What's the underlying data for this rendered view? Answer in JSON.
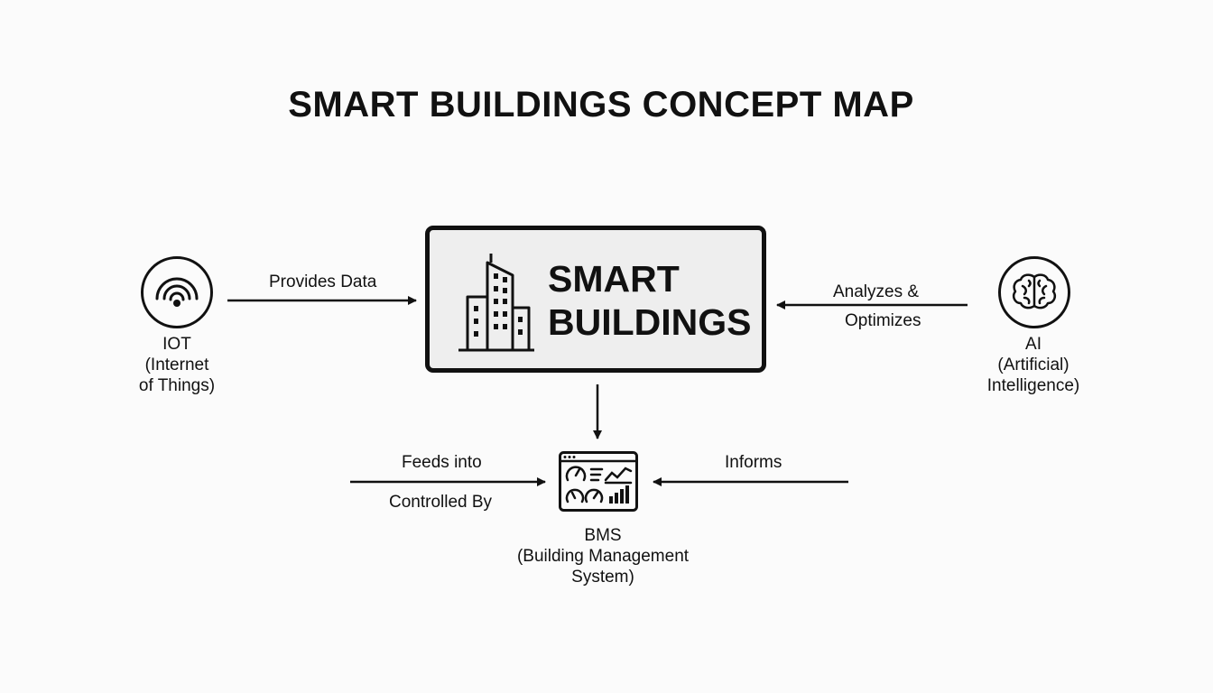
{
  "title": "SMART BUILDINGS CONCEPT MAP",
  "center": {
    "line1": "SMART",
    "line2": "BUILDINGS",
    "icon": "building-icon"
  },
  "iot": {
    "icon": "wifi-icon",
    "line1": "IOT",
    "line2": "(Internet",
    "line3": "of Things)"
  },
  "ai": {
    "icon": "brain-icon",
    "line1": "AI",
    "line2": "(Artificial)",
    "line3": "Intelligence)"
  },
  "bms": {
    "icon": "dashboard-icon",
    "line1": "BMS",
    "line2": "(Building Management",
    "line3": "System)"
  },
  "edges": {
    "iot_to_center": "Provides Data",
    "ai_to_center_1": "Analyzes &",
    "ai_to_center_2": "Optimizes",
    "left_to_bms_1": "Feeds into",
    "left_to_bms_2": "Controlled By",
    "right_to_bms": "Informs"
  },
  "colors": {
    "stroke": "#111111",
    "box_fill": "#eeeeee",
    "background": "#fbfbfb"
  }
}
